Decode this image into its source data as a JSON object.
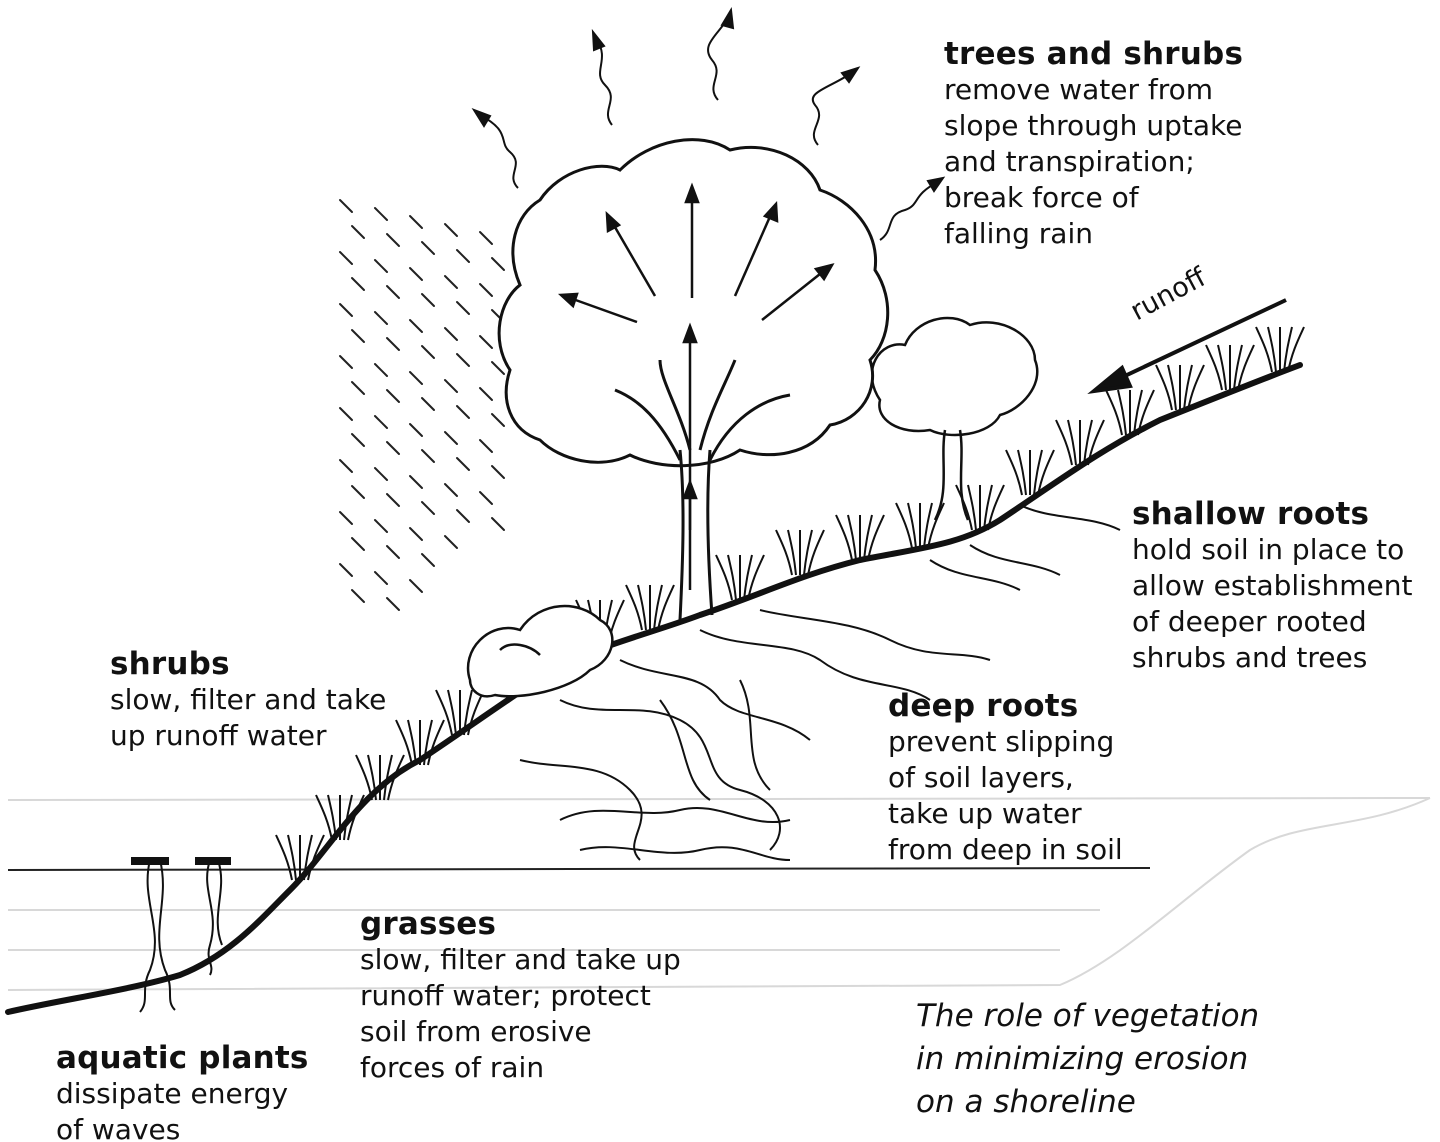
{
  "labels": {
    "trees": {
      "title": "trees and shrubs",
      "body": "remove water from\nslope through uptake\nand transpiration;\nbreak force of\nfalling rain"
    },
    "shallow_roots": {
      "title": "shallow roots",
      "body": "hold soil in place to\nallow establishment\nof deeper rooted\nshrubs and trees"
    },
    "shrubs": {
      "title": "shrubs",
      "body": "slow, filter and take\nup runoff water"
    },
    "deep_roots": {
      "title": "deep roots",
      "body": "prevent slipping\nof soil layers,\ntake up water\nfrom deep in soil"
    },
    "grasses": {
      "title": "grasses",
      "body": "slow, filter and take up\nrunoff water; protect\nsoil from erosive\nforces of rain"
    },
    "aquatic_plants": {
      "title": "aquatic plants",
      "body": "dissipate energy\nof waves"
    },
    "runoff": "runoff"
  },
  "caption": "The role of vegetation\nin minimizing erosion\non a shoreline",
  "colors": {
    "ink": "#111111",
    "water_lines": "#d6d6d6"
  }
}
